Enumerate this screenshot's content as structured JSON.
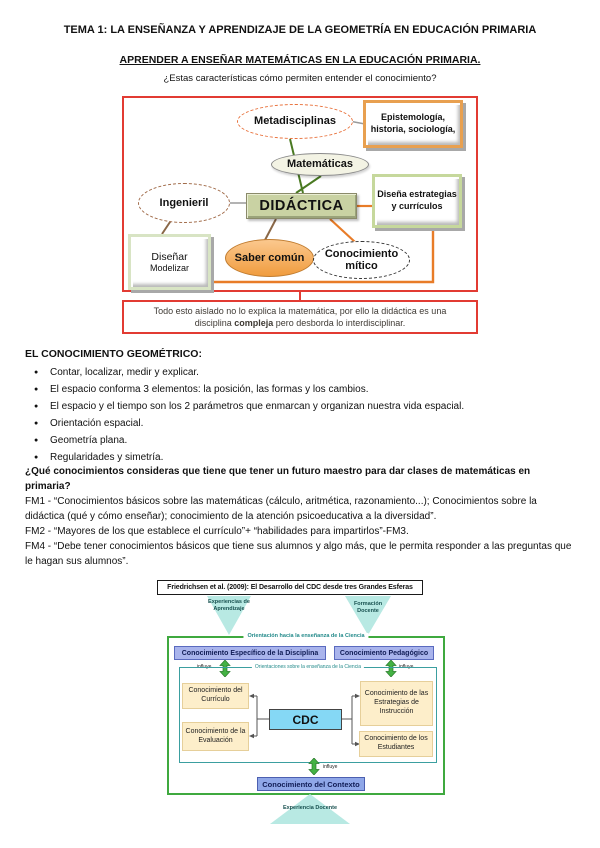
{
  "header": {
    "title": "TEMA 1: LA ENSEÑANZA Y APRENDIZAJE DE LA GEOMETRÍA EN EDUCACIÓN PRIMARIA",
    "subtitle": "APRENDER A ENSEÑAR MATEMÁTICAS EN LA EDUCACIÓN PRIMARIA.",
    "question": "¿Estas características cómo permiten entender el conocimiento?"
  },
  "concept_map": {
    "nodes": {
      "metadisciplinas": "Metadisciplinas",
      "matematicas": "Matemáticas",
      "ingenieril": "Ingenieril",
      "didactica": "DIDÁCTICA",
      "saber_comun": "Saber común",
      "conocimiento_mitico": "Conocimiento mítico",
      "epistemologia": "Epistemología, historia, sociología,",
      "disena_estrategias": "Diseña estrategias y currículos",
      "disenar": "Diseñar",
      "modelizar": "Modelizar"
    },
    "caption": {
      "pre": "Todo esto aislado no lo explica la matemática, por ello la didáctica es una disciplina ",
      "bold": "compleja",
      "post": " pero desborda lo interdisciplinar."
    }
  },
  "geometry_section": {
    "heading": "EL CONOCIMIENTO GEOMÉTRICO:",
    "bullet_char": "●",
    "bullets": [
      "Contar, localizar, medir y explicar.",
      "El espacio conforma 3 elementos: la posición, las formas y los cambios.",
      "El espacio y el tiempo son los 2 parámetros que enmarcan y organizan nuestra vida espacial.",
      "Orientación espacial.",
      "Geometría plana.",
      "Regularidades y simetría."
    ]
  },
  "teacher_question": {
    "heading": "¿Qué conocimientos consideras que tiene que tener un futuro maestro para dar clases de matemáticas en primaria?",
    "paragraphs": [
      "FM1 - “Conocimientos básicos sobre las matemáticas (cálculo, aritmética, razonamiento...); Conocimientos sobre la didáctica (qué y cómo enseñar); conocimiento de la atención psicoeducativa a la diversidad”.",
      "FM2 - “Mayores de los que establece el currículo”+ “habilidades para impartirlos”-FM3.",
      "FM4 - “Debe tener conocimientos básicos que tiene sus alumnos y algo más, que le permita responder a las preguntas que le hagan sus alumnos”."
    ]
  },
  "cdc_diagram": {
    "title": "Friedrichsen et al. (2009): El Desarrollo del CDC desde tres Grandes Esferas",
    "triangle_top_left": "Experiencias de Aprendizaje",
    "triangle_top_right": "Formación Docente",
    "triangle_bottom": "Experiencia Docente",
    "outer_label": "Orientación hacia la enseñanza de la Ciencia",
    "inner_label": "Orientaciones sobre la enseñanza de la Ciencia",
    "box_disciplina": "Conocimiento Específico de la Disciplina",
    "box_pedagogico": "Conocimiento Pedagógico",
    "box_curriculo": "Conocimiento del Currículo",
    "box_estrategias": "Conocimiento de las Estrategias de Instrucción",
    "box_evaluacion": "Conocimiento de la Evaluación",
    "box_estudiantes": "Conocimiento de los Estudiantes",
    "box_cdc": "CDC",
    "box_contexto": "Conocimiento del Contexto",
    "arrow_label": "influye"
  },
  "colors": {
    "accent_red": "#e23b33",
    "accent_orange": "#e87c28",
    "olive_line_green": "#4a7a22",
    "brown_line": "#8a6848",
    "didactica_fill": "#c9d2a3",
    "saber_fill": "#f09c3e",
    "diagram_green": "#3fa93f",
    "teal_triangle": "#b8e9e3",
    "periwinkle": "#a9b4ec",
    "cream": "#fdeeca",
    "cdc_cyan": "#85d8f5"
  }
}
